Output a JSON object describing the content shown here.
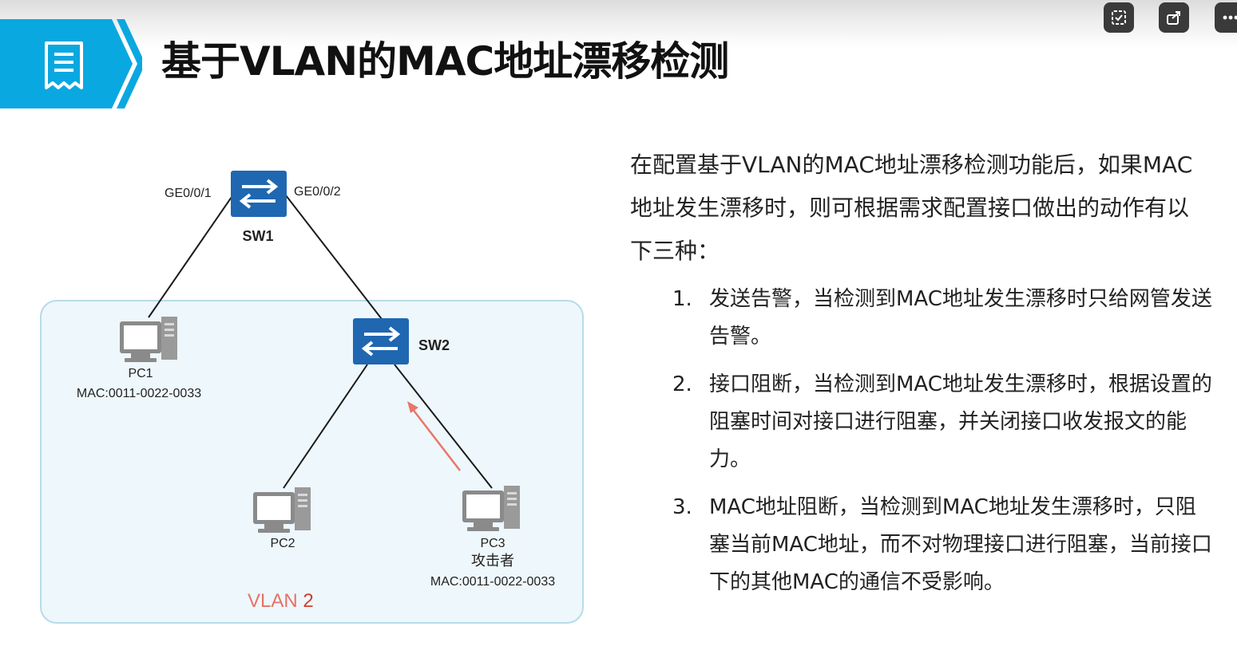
{
  "title": "基于VLAN的MAC地址漂移检测",
  "toolbar": {
    "buttons": [
      {
        "icon": "vision-toggle-icon"
      },
      {
        "icon": "share-icon"
      },
      {
        "icon": "more-icon"
      }
    ]
  },
  "diagram": {
    "sw1": {
      "label": "SW1",
      "port_left": "GE0/0/1",
      "port_right": "GE0/0/2"
    },
    "sw2": {
      "label": "SW2"
    },
    "pc1": {
      "label": "PC1",
      "mac": "MAC:0011-0022-0033"
    },
    "pc2": {
      "label": "PC2"
    },
    "pc3": {
      "label": "PC3",
      "role": "攻击者",
      "mac": "MAC:0011-0022-0033"
    },
    "vlan_label": "VLAN ",
    "vlan_id": "2",
    "colors": {
      "switch": "#1f67b1",
      "vlan_fill": "#eef7fb",
      "vlan_border": "#b7dbe9",
      "arrow": "#e8766a",
      "banner": "#0aa8e0"
    }
  },
  "content": {
    "intro": "在配置基于VLAN的MAC地址漂移检测功能后，如果MAC地址发生漂移时，则可根据需求配置接口做出的动作有以下三种：",
    "items": [
      {
        "num": "1.",
        "text": "发送告警，当检测到MAC地址发生漂移时只给网管发送告警。"
      },
      {
        "num": "2.",
        "text": "接口阻断，当检测到MAC地址发生漂移时，根据设置的阻塞时间对接口进行阻塞，并关闭接口收发报文的能力。"
      },
      {
        "num": "3.",
        "text": "MAC地址阻断，当检测到MAC地址发生漂移时，只阻塞当前MAC地址，而不对物理接口进行阻塞，当前接口下的其他MAC的通信不受影响。"
      }
    ]
  }
}
